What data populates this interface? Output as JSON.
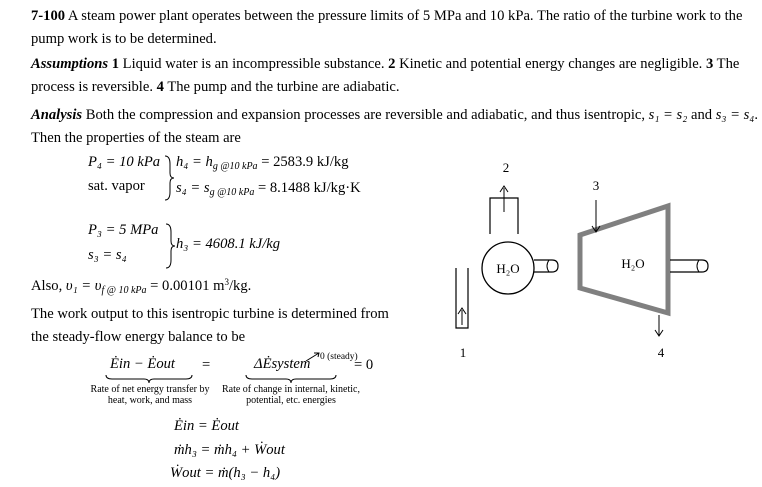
{
  "problem": {
    "number": "7-100",
    "statement": "A steam power plant operates between the pressure limits of 5 MPa and 10 kPa. The ratio of the turbine work to the pump work is to be determined."
  },
  "assumptions": {
    "heading": "Assumptions",
    "n1": "1",
    "t1": " Liquid water is an incompressible substance. ",
    "n2": "2",
    "t2": " Kinetic and potential energy changes are negligible. ",
    "n3": "3",
    "t3": " The process is reversible. ",
    "n4": "4",
    "t4": " The pump and the turbine are adiabatic."
  },
  "analysis": {
    "heading": "Analysis",
    "text1": " Both the compression and expansion processes are reversible and adiabatic, and thus isentropic, ",
    "eq_s1s2": "s₁ = s₂",
    "and": " and ",
    "eq_s3s4": "s₃ = s₄",
    "text2": ".  Then the properties of the steam are"
  },
  "state4": {
    "p_label": "P₄ = 10 kPa",
    "phase": "sat. vapor",
    "h_lhs": "h₄ = h",
    "h_sub": "g @10 kPa",
    "h_rhs": " = 2583.9 kJ/kg",
    "s_lhs": "s₄ = s",
    "s_sub": "g @10 kPa",
    "s_rhs": " = 8.1488 kJ/kg·K"
  },
  "state3": {
    "p_label": "P₃ = 5 MPa",
    "s_label": "s₃ = s₄",
    "h_label": "h₃ = 4608.1 kJ/kg"
  },
  "also": {
    "prefix": "Also, ",
    "v_lhs": "υ₁ = υ",
    "v_sub": "f @ 10 kPa",
    "v_rhs": " = 0.00101 m",
    "v_unit_sup": "3",
    "v_unit_end": "/kg."
  },
  "work_text": "The work output to this isentropic turbine is determined from the steady-flow energy balance to be",
  "balance": {
    "lhs": "Ėin − Ėout",
    "eq1": "=",
    "rhs": "ΔĖsystem",
    "steady": "0 (steady)",
    "eq2": "= 0",
    "lhs_caption": "Rate of net energy transfer by heat, work, and mass",
    "rhs_caption": "Rate of change in internal, kinetic, potential, etc. energies"
  },
  "eqs": {
    "e1": "Ėin = Ėout",
    "e2": "ṁh₃ = ṁh₄ + Ẇout",
    "e3": "Ẇout = ṁ(h₃ − h₄)"
  },
  "diagram": {
    "pump_label": "H₂O",
    "turbine_label": "H₂O",
    "state1": "1",
    "state2": "2",
    "state3": "3",
    "state4": "4",
    "shaft_color": "#000000",
    "casing_color": "#808080"
  }
}
